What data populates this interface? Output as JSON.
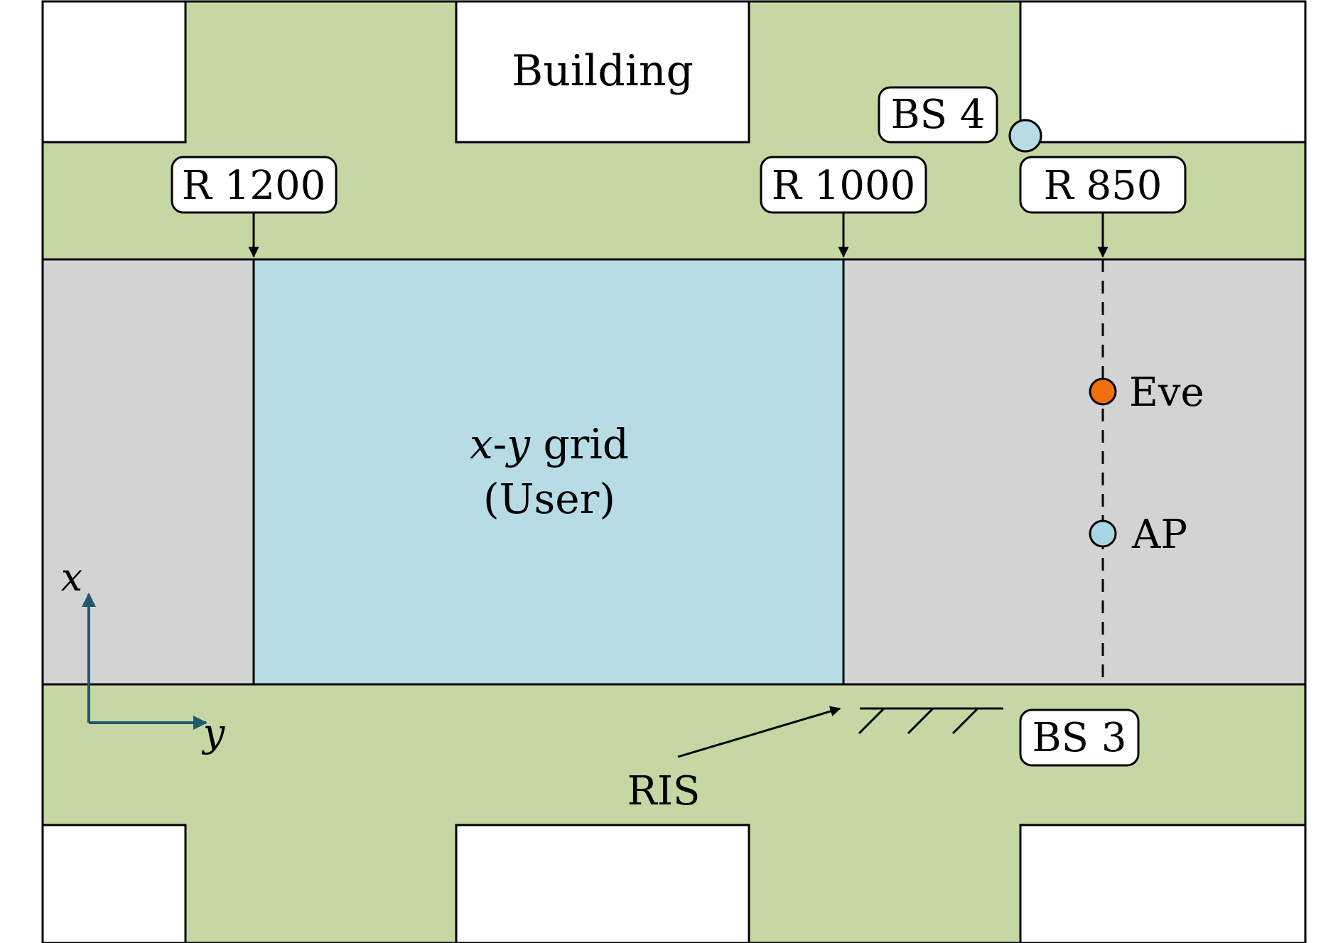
{
  "colors": {
    "road": "#C5D7A3",
    "side_lane": "#D3D3D3",
    "user_grid": "#B7DCE6",
    "building": "#FFFFFF",
    "eve": "#F07010",
    "ap": "#A9D6E5",
    "bs4": "#B7DCE6",
    "axis": "#1F5A6E",
    "outline": "#000000"
  },
  "labels": {
    "building": "Building",
    "bs4": "BS 4",
    "bs3": "BS 3",
    "r1200": "R 1200",
    "r1000": "R 1000",
    "r850": "R 850",
    "grid_var_x": "x",
    "grid_dash": "-",
    "grid_var_y": "y",
    "grid_word": " grid",
    "grid_user": "(User)",
    "eve": "Eve",
    "ap": "AP",
    "ris": "RIS",
    "axis_x": "x",
    "axis_y": "y"
  },
  "icons": {
    "bs4_marker": "circle",
    "eve_marker": "circle",
    "ap_marker": "circle",
    "ris_surface": "hatched-line",
    "axes": "arrow"
  }
}
